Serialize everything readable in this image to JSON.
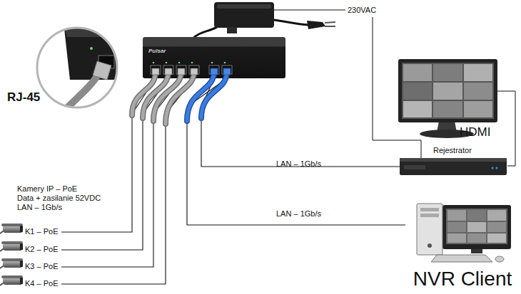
{
  "diagram": {
    "nodes": [
      {
        "text": [
          "Pulsar"
        ]
      },
      {
        "text": [
          "K1 – PoE"
        ]
      },
      {
        "text": [
          "K2 – PoE"
        ]
      },
      {
        "text": [
          "K3 – PoE"
        ]
      },
      {
        "text": [
          "K4 – PoE"
        ]
      },
      {
        "text": [
          "Rejestrator"
        ]
      },
      {
        "text": [
          "NVR Client"
        ]
      }
    ],
    "edges": [
      {
        "from": 1,
        "to": 0,
        "arrow": "none"
      },
      {
        "from": 2,
        "to": 0,
        "arrow": "none"
      },
      {
        "from": 3,
        "to": 0,
        "arrow": "none"
      },
      {
        "from": 4,
        "to": 0,
        "arrow": "none"
      },
      {
        "from": 0,
        "to": 5,
        "label": "LAN – 1Gb/s",
        "arrow": "none"
      },
      {
        "from": 0,
        "to": 6,
        "label": "LAN – 1Gb/s",
        "arrow": "none"
      }
    ],
    "labels": [
      "230VAC",
      "RJ-45",
      "HDMI",
      "Kamery IP – PoE",
      "Data + zasilanie 52VDC",
      "LAN – 1Gb/s"
    ]
  }
}
